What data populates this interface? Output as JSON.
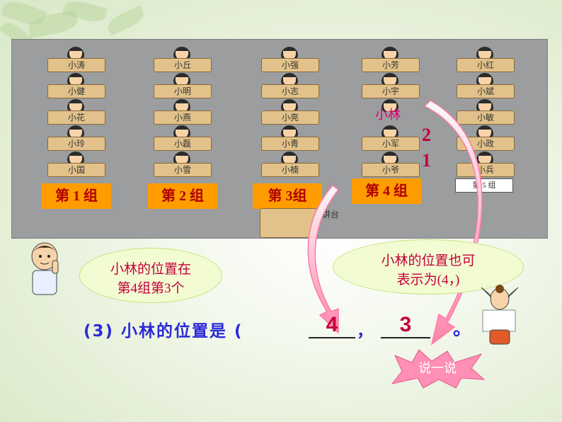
{
  "groups": [
    {
      "label": "第 1 组",
      "students": [
        "小涛",
        "小健",
        "小花",
        "小玲",
        "小国"
      ]
    },
    {
      "label": "第 2 组",
      "students": [
        "小丘",
        "小明",
        "小燕",
        "小磊",
        "小雪"
      ]
    },
    {
      "label": "第 3组",
      "students": [
        "小强",
        "小志",
        "小亮",
        "小青",
        "小楠"
      ]
    },
    {
      "label": "第 4 组",
      "students": [
        "小芳",
        "小宇",
        "小林",
        "小军",
        "小爷"
      ]
    },
    {
      "label": "第 5 组",
      "students": [
        "小红",
        "小斌",
        "小敏",
        "小政",
        "小兵"
      ]
    }
  ],
  "podium_label": "讲台",
  "highlight": {
    "name": "小林",
    "row_digits": [
      "2",
      "1"
    ]
  },
  "bubbles": {
    "left": {
      "line1": "小林的位置在",
      "line2": "第4组第3个"
    },
    "right": {
      "line1": "小林的位置也可",
      "line2": "表示为(4，)"
    }
  },
  "question": {
    "prefix": "(3)  小林的位置是  (",
    "answer1": "4",
    "sep": "，",
    "answer2": "3",
    "suffix": "。"
  },
  "say_label": "说一说",
  "colors": {
    "accent": "#c4003c",
    "question": "#2a2ad8",
    "label_bg": "#ff9d00"
  }
}
